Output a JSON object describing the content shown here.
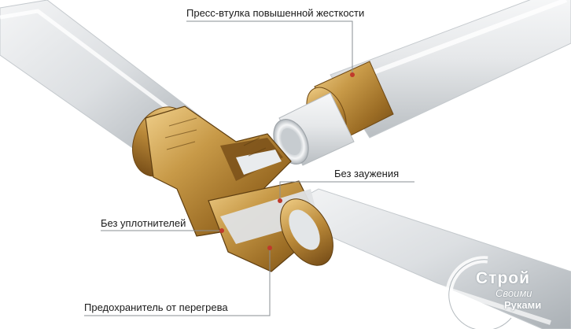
{
  "labels": {
    "press_sleeve": "Пресс-втулка повышенной жесткости",
    "no_narrowing": "Без заужения",
    "no_seals": "Без уплотнителей",
    "overheat_fuse": "Предохранитель от перегрева"
  },
  "watermark": {
    "line1": "Строй",
    "line2": "Своими",
    "line3": "Руками"
  },
  "colors": {
    "leader_line": "#c0392b",
    "brass": "#b5863a",
    "pipe": "#dfe2e4"
  }
}
